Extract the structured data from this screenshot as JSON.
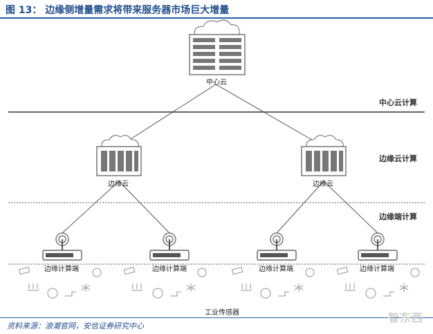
{
  "figure_title": "图 13： 边缘侧增量需求将带来服务器市场巨大增量",
  "layers": {
    "center": "中心云计算",
    "edge_cloud": "边缘云计算",
    "edge_end": "边缘端计算"
  },
  "nodes": {
    "center_cloud": "中心云",
    "edge_cloud_left": "边缘云",
    "edge_cloud_right": "边缘云"
  },
  "devices": {
    "d1": "边缘计算端",
    "d2": "边缘计算端",
    "d3": "边缘计算端",
    "d4": "边缘计算端"
  },
  "sensors_label": "工业传感器",
  "source": "资料来源：浪潮官网，安信证券研究中心",
  "watermark": "智东西",
  "colors": {
    "title": "#1f4e8c",
    "rule": "#2a5fa5",
    "line": "#555555"
  }
}
